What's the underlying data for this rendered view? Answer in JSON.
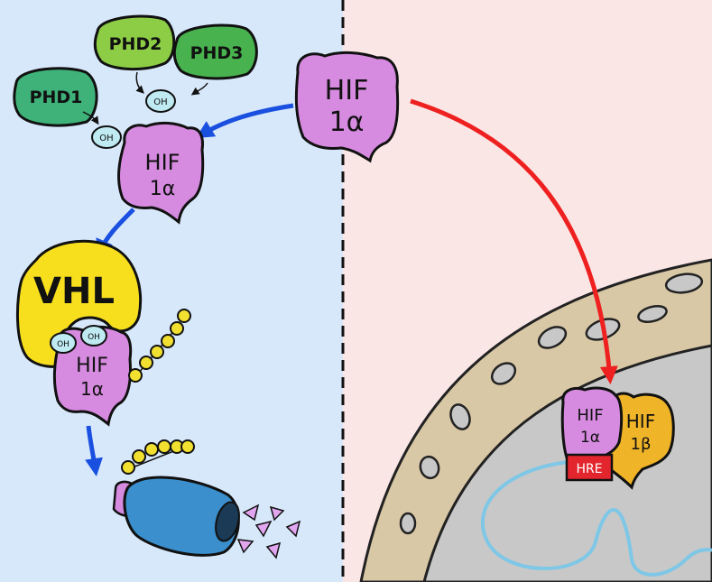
{
  "panels": {
    "normoxia": {
      "background": "#d8e8fb"
    },
    "hypoxia": {
      "background": "#fbe6e6"
    }
  },
  "enzymes": {
    "phd1": {
      "label": "PHD1",
      "color": "#3fb27a"
    },
    "phd2": {
      "label": "PHD2",
      "color": "#8ccd45"
    },
    "phd3": {
      "label": "PHD3",
      "color": "#48b24e"
    }
  },
  "hydroxyl_label": "OH",
  "hif1a": {
    "line1": "HIF",
    "line2": "1α",
    "color": "#d68be0"
  },
  "hif1b": {
    "line1": "HIF",
    "line2": "1β",
    "color": "#f0b429"
  },
  "vhl": {
    "label": "VHL",
    "color": "#f7df1e"
  },
  "hre": {
    "label": "HRE",
    "color": "#e3262e"
  },
  "ubiquitin_color": "#f2e030",
  "proteasome_color": "#3a8fcc",
  "nucleus": {
    "envelope_color": "#d9c8a6",
    "inner_color": "#c8c8c8",
    "dna_color": "#7ec7e6"
  },
  "arrows": {
    "degradation_color": "#1a50e0",
    "nuclear_color": "#ee2020"
  }
}
